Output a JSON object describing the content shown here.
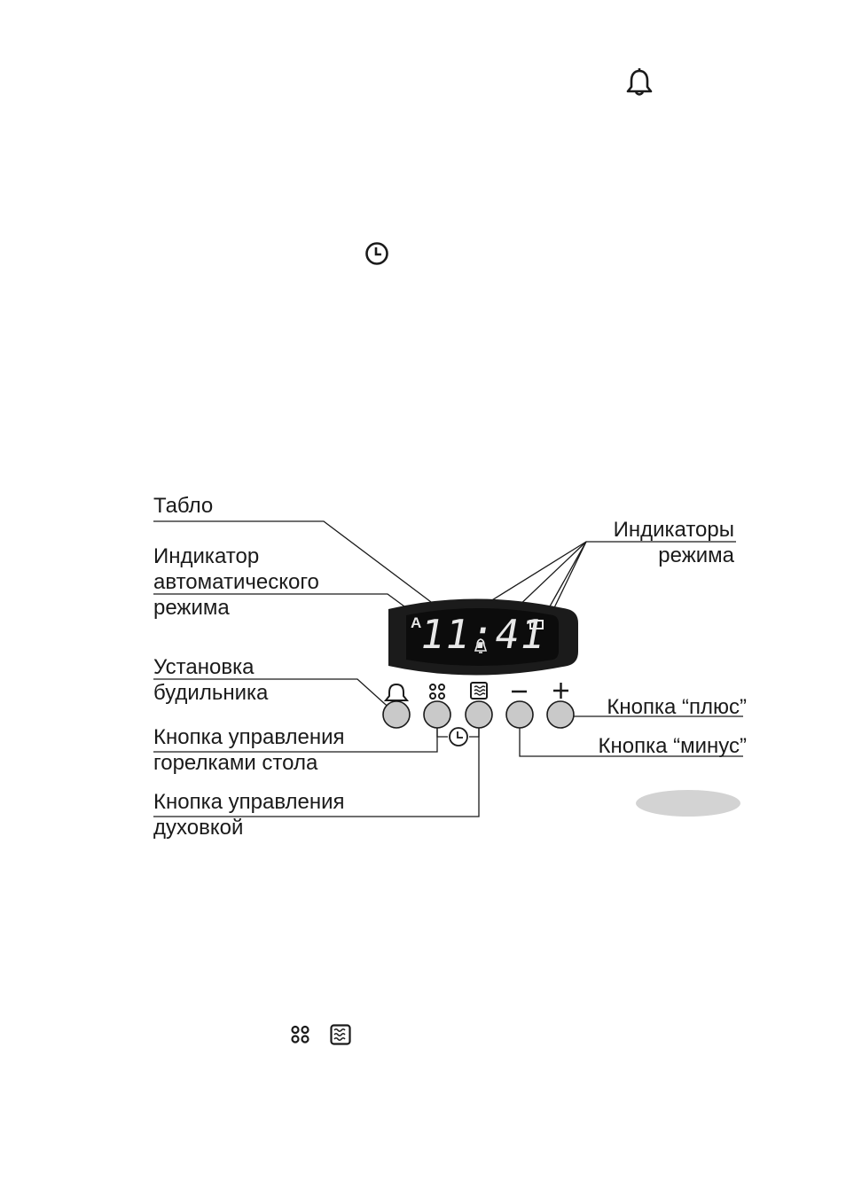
{
  "labels": {
    "tablo": "Табло",
    "auto_indicator": [
      "Индикатор",
      "автоматического",
      "режима"
    ],
    "mode_indicators": [
      "Индикаторы",
      "режима"
    ],
    "alarm_setting": [
      "Установка",
      "будильника"
    ],
    "hob_button": [
      "Кнопка управления",
      "горелками стола"
    ],
    "oven_button": [
      "Кнопка управления",
      "духовкой"
    ],
    "plus_button": "Кнопка “плюс”",
    "minus_button": "Кнопка “минус”"
  },
  "display": {
    "auto_symbol": "A",
    "time": "11:41",
    "degree_symbol": "°"
  },
  "buttons": {
    "minus_symbol": "−",
    "plus_symbol": "+"
  },
  "icons": [
    "bell-icon",
    "clock-icon",
    "burners-icon",
    "oven-icon"
  ],
  "colors": {
    "display_body": "#1b1b1b",
    "display_screen": "#0c0c0c",
    "segment": "#e8e8e8",
    "button": "#c9c9c9",
    "button_stroke": "#1a1a1a",
    "badge": "#d3d3d3"
  }
}
